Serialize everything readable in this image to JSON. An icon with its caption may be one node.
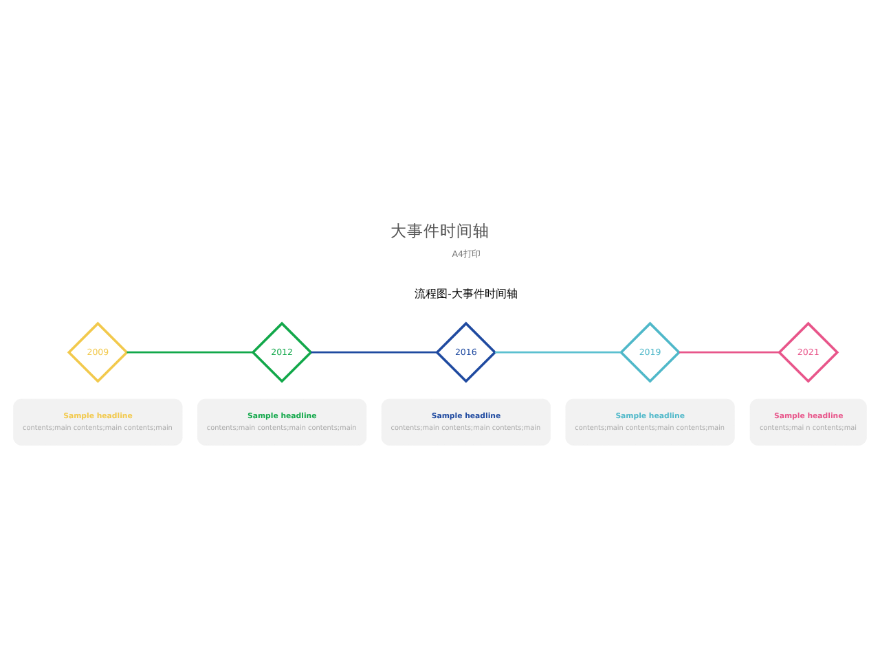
{
  "diagram": {
    "title": "大事件时间轴",
    "nodes": [
      {
        "text": [
          "2009"
        ]
      },
      {
        "text": [
          "Sample headline",
          "contents;main contents;main contents;main"
        ]
      },
      {
        "text": [
          "2012"
        ]
      },
      {
        "text": [
          "Sample headline",
          "contents;main contents;main contents;main"
        ]
      },
      {
        "text": [
          "2016"
        ]
      },
      {
        "text": [
          "Sample headline",
          "contents;main contents;main contents;main"
        ]
      },
      {
        "text": [
          "2019"
        ]
      },
      {
        "text": [
          "Sample headline",
          "contents;main contents;main contents;main"
        ]
      },
      {
        "text": [
          "2021"
        ]
      },
      {
        "text": [
          "Sample headline",
          "contents;mai n contents;mai"
        ]
      }
    ],
    "edges": [
      {
        "from": 0,
        "to": 2,
        "arrow": "none",
        "color": "#12a84a"
      },
      {
        "from": 2,
        "to": 4,
        "arrow": "none",
        "color": "#1f4aa0"
      },
      {
        "from": 4,
        "to": 6,
        "arrow": "none",
        "color": "#5bc0d0"
      },
      {
        "from": 6,
        "to": 8,
        "arrow": "none",
        "color": "#e8558a"
      }
    ],
    "labels": [
      "A4打印",
      "流程图-大事件时间轴"
    ]
  }
}
